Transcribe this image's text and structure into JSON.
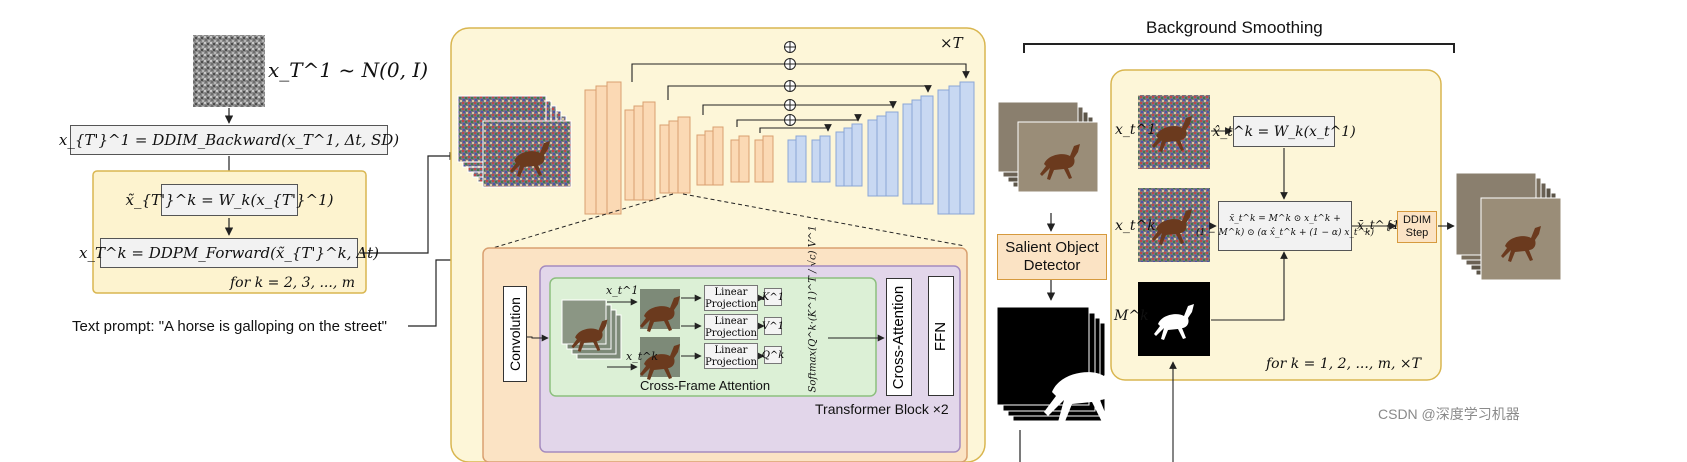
{
  "noise_caption": "x_T^1 ~ N(0, I)",
  "ddim_backward": "x_{T'}^1 = DDIM_Backward(x_T^1, Δt, SD)",
  "warp_formula": "x̃_{T'}^k = W_k(x_{T'}^1)",
  "ddpm_forward": "x_T^k = DDPM_Forward(x̃_{T'}^k, Δt)",
  "left_loop": "for k = 2, 3, ..., m",
  "text_prompt": "Text prompt: \"A horse is galloping on the street\"",
  "unet_repeat": "×T",
  "convolution": "Convolution",
  "x1_label": "x_t^1",
  "xk_label": "x_t^k",
  "linear_projection": "Linear Projection",
  "k1": "K^1",
  "v1": "V^1",
  "qk": "Q^k",
  "softmax": "Softmax(Q^k·(K^1)^T / √c) V^1",
  "cross_frame_attention": "Cross-Frame Attention",
  "cross_attention": "Cross-Attention",
  "ffn": "FFN",
  "transformer_block": "Transformer Block ×2",
  "salient_detector": "Salient Object Detector",
  "background_smoothing": "Background Smoothing",
  "xt1_label": "x_t^1",
  "xtk_label": "x_t^k",
  "mk_label": "M^k",
  "warp_hat": "x̂_t^k = W_k(x_t^1)",
  "blend_line1": "x̄_t^k = M^k ⊙ x_t^k +",
  "blend_line2": "(1 − M^k) ⊙ (α x̂_t^k + (1 − α) x_t^k)",
  "xbar_out": "x̄_t^{1:m}",
  "ddim_step": "DDIM Step",
  "right_loop": "for k = 1, 2, ..., m,  ×T",
  "watermark": "CSDN @深度学习机器"
}
